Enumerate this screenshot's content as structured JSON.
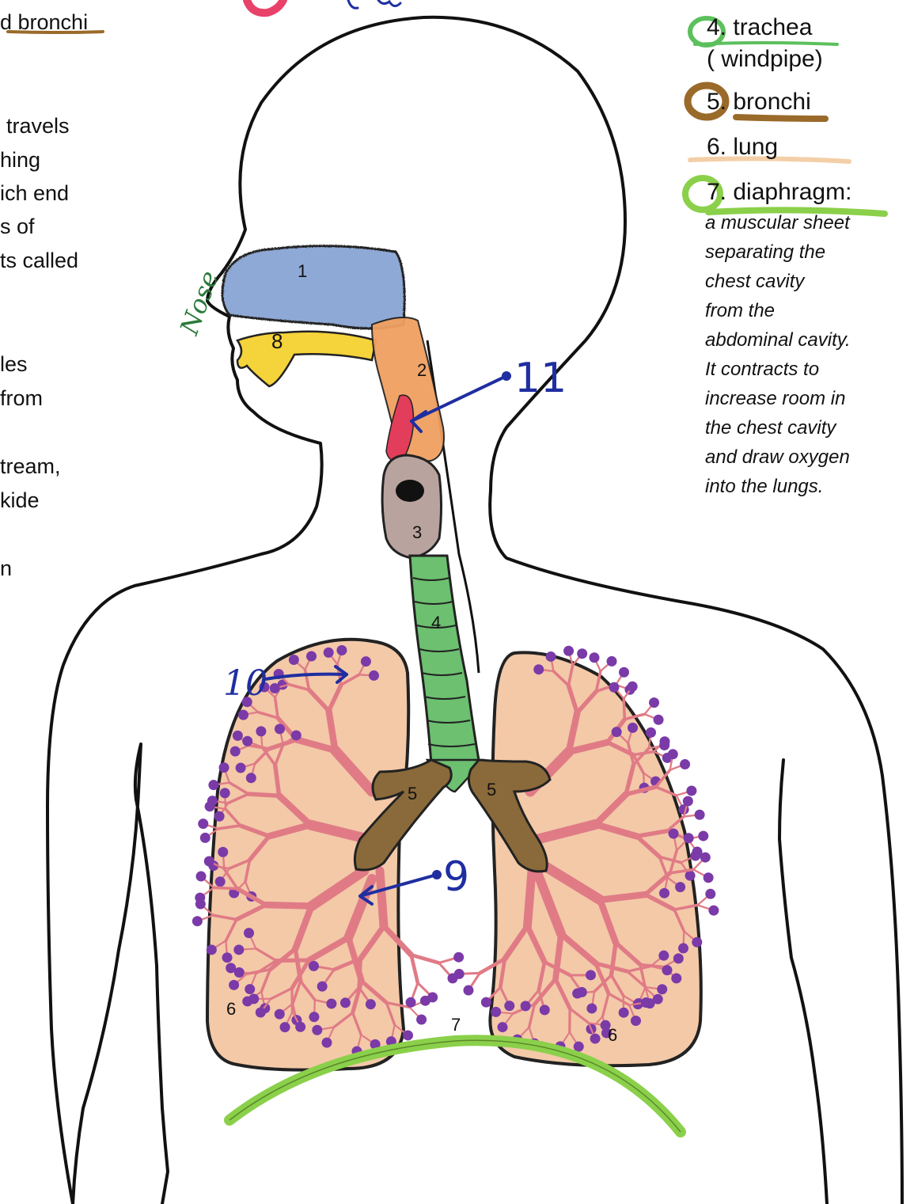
{
  "left_text_fragments": [
    "d bronchi",
    "travels",
    "hing",
    "ich end",
    "s of",
    "ts called",
    "les",
    "from",
    "tream,",
    "kide",
    "n"
  ],
  "legend": {
    "trachea": "4. trachea",
    "trachea_alt": "( windpipe)",
    "bronchi": "5. bronchi",
    "lung": "6. lung",
    "diaphragm": "7. diaphragm:",
    "diaphragm_desc": [
      "a muscular sheet",
      "separating the",
      "chest cavity",
      "from the",
      "abdominal cavity.",
      "It  contracts  to",
      "increase room in",
      "the chest cavity",
      "and draw oxygen",
      "into the lungs."
    ]
  },
  "handwritten": {
    "nose": "Nose",
    "label_9": "9",
    "label_10": "10",
    "label_11": "11"
  },
  "part_numbers": {
    "n1": "1",
    "n2": "2",
    "n3": "3",
    "n4": "4",
    "n5_left": "5",
    "n5_right": "5",
    "n6_left": "6",
    "n6_right": "6",
    "n7": "7",
    "n8": "8"
  },
  "colors": {
    "nasal_cavity": "#8fa9d6",
    "pharynx": "#f0a060",
    "oral": "#f5d33a",
    "larynx": "#b8a39e",
    "epiglottis": "#e23d5a",
    "trachea": "#6cc070",
    "bronchi": "#8a6a3a",
    "lung": "#f3c9a8",
    "bronchioles": "#e07b86",
    "alveoli": "#7a3aa8",
    "diaphragm": "#8bd04a",
    "annotation_ink": "#1f2ea0",
    "nose_ink": "#2a7a3a",
    "legend_green": "#5cc05c",
    "legend_brown": "#9a6a2a",
    "legend_peach": "#f3cfa8",
    "pink_mark": "#e8416a"
  }
}
